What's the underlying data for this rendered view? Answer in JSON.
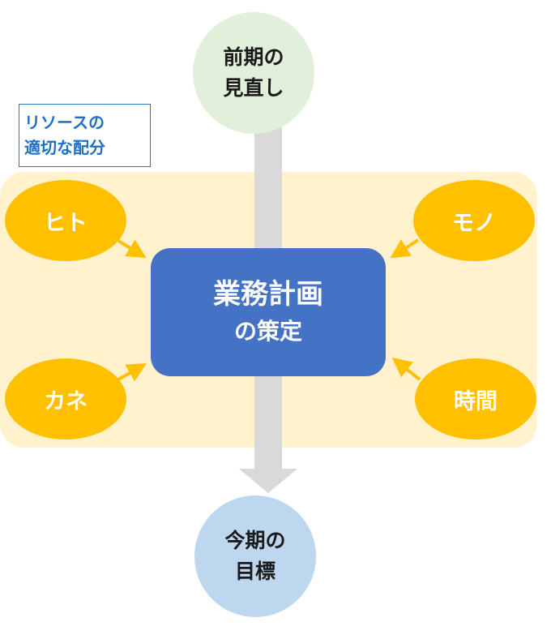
{
  "resource_label": {
    "line1": "リソースの",
    "line2": "適切な配分"
  },
  "top_node": {
    "line1": "前期の",
    "line2": "見直し"
  },
  "center_node": {
    "line1": "業務計画",
    "line2": "の策定"
  },
  "bottom_node": {
    "line1": "今期の",
    "line2": "目標"
  },
  "resources": {
    "hito": "ヒト",
    "mono": "モノ",
    "kane": "カネ",
    "jikan": "時間"
  },
  "colors": {
    "band": "#fff2cc",
    "resource": "#ffc000",
    "center": "#4472c4",
    "top_node": "#e2efda",
    "bottom_node": "#bdd7ee",
    "flow_arrow": "#d9d9d9",
    "label_text": "#1f6fc5"
  }
}
